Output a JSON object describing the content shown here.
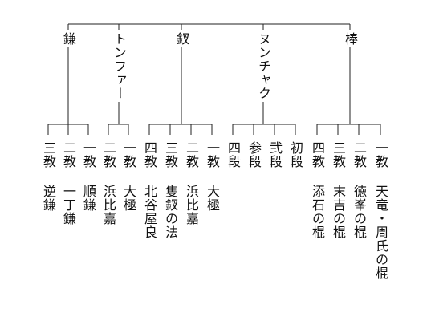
{
  "categories": [
    {
      "name": "鎌",
      "levels": [
        {
          "label": "一教",
          "content": "順鎌"
        },
        {
          "label": "二教",
          "content": "一丁鎌"
        },
        {
          "label": "三教",
          "content": "逆鎌"
        }
      ]
    },
    {
      "name": "トンファー",
      "levels": [
        {
          "label": "一教",
          "content": "大極"
        },
        {
          "label": "二教",
          "content": "浜比嘉"
        }
      ]
    },
    {
      "name": "釵",
      "levels": [
        {
          "label": "一教",
          "content": "大極"
        },
        {
          "label": "二教",
          "content": "浜比嘉"
        },
        {
          "label": "三教",
          "content": "隻釵の法"
        },
        {
          "label": "四教",
          "content": "北谷屋良"
        }
      ]
    },
    {
      "name": "ヌンチャク",
      "levels": [
        {
          "label": "初段",
          "content": ""
        },
        {
          "label": "弐段",
          "content": ""
        },
        {
          "label": "参段",
          "content": ""
        },
        {
          "label": "四段",
          "content": ""
        }
      ]
    },
    {
      "name": "棒",
      "levels": [
        {
          "label": "一教",
          "content": "天竜・周氏の棍"
        },
        {
          "label": "二教",
          "content": "徳峯の棍"
        },
        {
          "label": "三教",
          "content": "末吉の棍"
        },
        {
          "label": "四教",
          "content": "添石の棍"
        }
      ]
    }
  ]
}
